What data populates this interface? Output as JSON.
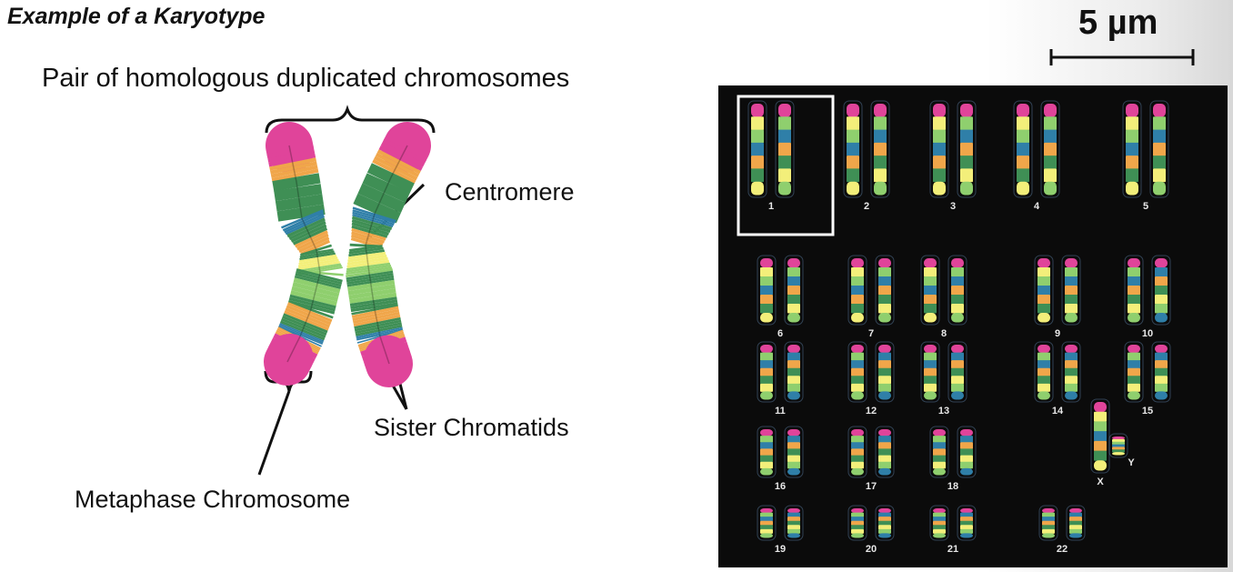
{
  "title": "Example of a Karyotype",
  "labels": {
    "pair": "Pair of homologous duplicated chromosomes",
    "centromere": "Centromere",
    "sister_chromatids": "Sister Chromatids",
    "metaphase": "Metaphase Chromosome"
  },
  "scale_bar": {
    "label": "5 µm"
  },
  "karyotype": {
    "chromosome_labels": [
      "1",
      "2",
      "3",
      "4",
      "5",
      "6",
      "7",
      "8",
      "9",
      "10",
      "11",
      "12",
      "13",
      "14",
      "15",
      "16",
      "17",
      "18",
      "19",
      "20",
      "21",
      "22",
      "X",
      "Y"
    ],
    "highlighted": "1"
  },
  "colors": {
    "telomere": "#e0449a",
    "band_orange": "#f0a64a",
    "band_green": "#3f8f55",
    "band_lightgreen": "#8fcf6e",
    "band_blue": "#2f7fa8",
    "band_yellow": "#f3ef7a",
    "panel_bg": "#0b0b0b"
  }
}
